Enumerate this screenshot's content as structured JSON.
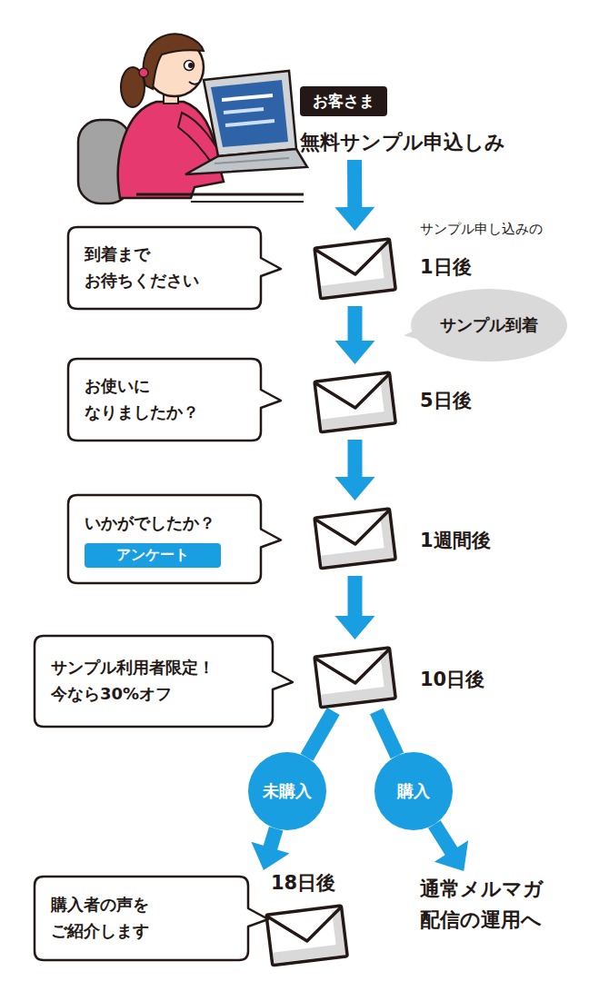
{
  "diagram": {
    "nodes": [
      {
        "text": [
          "お客さま",
          "無料サンプル申込しみ"
        ]
      },
      {
        "text": [
          "到着まで お待ちください"
        ]
      },
      {
        "text": [
          "サンプル申し込みの",
          "1日後"
        ]
      },
      {
        "text": [
          "サンプル到着"
        ]
      },
      {
        "text": [
          "お使いに なりましたか？"
        ]
      },
      {
        "text": [
          "5日後"
        ]
      },
      {
        "text": [
          "いかがでしたか？",
          "アンケート"
        ]
      },
      {
        "text": [
          "1週間後"
        ]
      },
      {
        "text": [
          "サンプル利用者限定！ 今なら30%オフ"
        ]
      },
      {
        "text": [
          "10日後"
        ]
      },
      {
        "text": [
          "未購入"
        ]
      },
      {
        "text": [
          "購入"
        ]
      },
      {
        "text": [
          "18日後"
        ]
      },
      {
        "text": [
          "購入者の声を ご紹介します"
        ]
      },
      {
        "text": [
          "通常メルマガ 配信の運用へ"
        ]
      }
    ],
    "edges": [
      {
        "from": 0,
        "to": 2,
        "arrow": "to"
      },
      {
        "from": 2,
        "to": 5,
        "arrow": "to"
      },
      {
        "from": 5,
        "to": 7,
        "arrow": "to"
      },
      {
        "from": 7,
        "to": 9,
        "arrow": "to"
      },
      {
        "from": 9,
        "to": 10,
        "arrow": "none"
      },
      {
        "from": 10,
        "to": 12,
        "arrow": "to"
      },
      {
        "from": 9,
        "to": 11,
        "arrow": "none"
      },
      {
        "from": 11,
        "to": 14,
        "arrow": "to"
      }
    ]
  }
}
